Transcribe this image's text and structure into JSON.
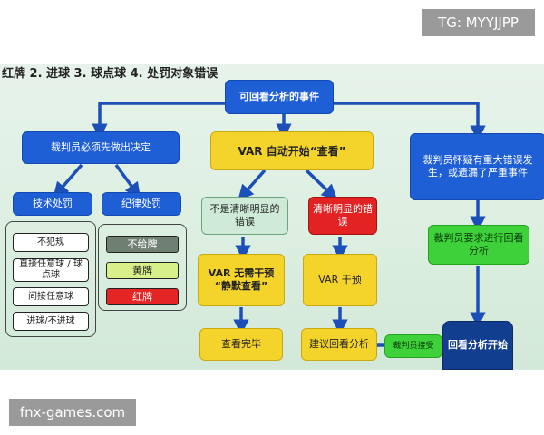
{
  "watermarks": {
    "top_right": "TG: MYYJJPP",
    "bottom_left": "fnx-games.com"
  },
  "header_text": "红牌  2. 进球  3. 球点球  4. 处罚对象错误",
  "flowchart": {
    "root": "可回看分析的事件",
    "left_branch": {
      "title": "裁判员必须先做出决定",
      "technical": "技术处罚",
      "discipline": "纪律处罚",
      "technical_items": [
        "不犯规",
        "直接任意球 / 球点球",
        "间接任意球",
        "进球/不进球"
      ],
      "discipline_items": [
        "不给牌",
        "黄牌",
        "红牌"
      ]
    },
    "middle_branch": {
      "title": "VAR 自动开始“查看”",
      "unclear": "不是清晰明显的错误",
      "clear": "清晰明显的错误",
      "no_intervene": "VAR 无需干预 “静默查看”",
      "intervene": "VAR 干预",
      "check_done": "查看完毕",
      "recommend_review": "建议回看分析"
    },
    "right_branch": {
      "title": "裁判员怀疑有重大错误发生，或遗漏了严重事件",
      "request_review": "裁判员要求进行回看分析",
      "referee_accepts": "裁判员接受",
      "review_start": "回看分析开始"
    }
  },
  "colors": {
    "blue": "#1f5fd6",
    "yellow": "#f4d32b",
    "green": "#3ed13a",
    "red": "#e32222",
    "navy": "#123e8f"
  }
}
